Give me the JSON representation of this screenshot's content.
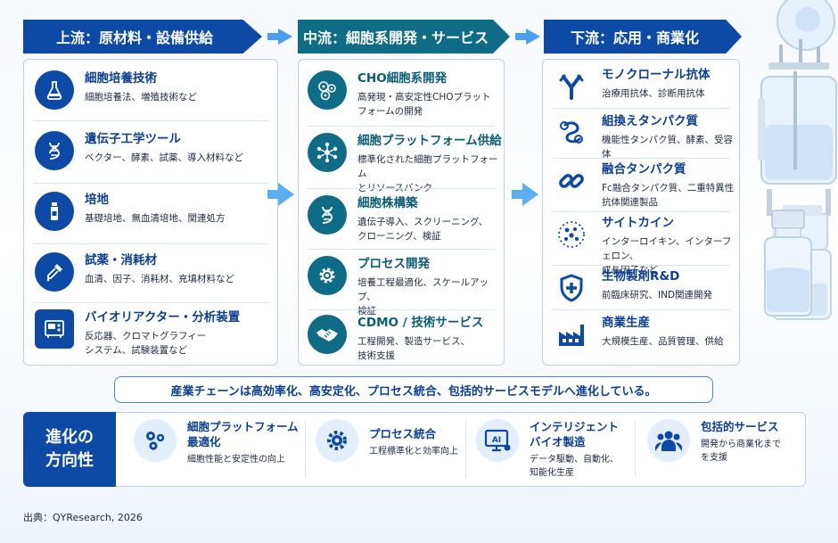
{
  "headers": {
    "upstream": "上流：原材料・設備供給",
    "midstream": "中流：細胞系開発・サービス",
    "downstream": "下流：応用・商業化"
  },
  "upstream": [
    {
      "title": "細胞培養技術",
      "desc": [
        "細胞培養法、増殖技術など"
      ],
      "icon": "flask-icon"
    },
    {
      "title": "遺伝子工学ツール",
      "desc": [
        "ベクター、酵素、試薬、導入材料など"
      ],
      "icon": "dna-icon"
    },
    {
      "title": "培地",
      "desc": [
        "基礎培地、無血清培地、関連処方"
      ],
      "icon": "bottle-icon"
    },
    {
      "title": "試薬・消耗材",
      "desc": [
        "血清、因子、消耗材、充填材料など"
      ],
      "icon": "dropper-icon"
    },
    {
      "title": "バイオリアクター・分析装置",
      "desc": [
        "反応器、クロマトグラフィー",
        "システム、試験装置など"
      ],
      "icon": "machine-icon"
    }
  ],
  "midstream": [
    {
      "title": "CHO細胞系開発",
      "desc": [
        "高発現・高安定性CHOプラット",
        "フォームの開発"
      ],
      "icon": "cells-icon"
    },
    {
      "title": "細胞プラットフォーム供給",
      "desc": [
        "標準化された細胞プラットフォーム",
        "とリソースバンク"
      ],
      "icon": "network-icon"
    },
    {
      "title": "細胞株構築",
      "desc": [
        "遺伝子導入、スクリーニング、",
        "クローニング、検証"
      ],
      "icon": "dna-icon"
    },
    {
      "title": "プロセス開発",
      "desc": [
        "培養工程最適化、スケールアップ、",
        "検証"
      ],
      "icon": "gear-icon"
    },
    {
      "title": "CDMO / 技術サービス",
      "desc": [
        "工程開発、製造サービス、",
        "技術支援"
      ],
      "icon": "handshake-icon"
    }
  ],
  "downstream": [
    {
      "title": "モノクローナル抗体",
      "desc": [
        "治療用抗体、診断用抗体"
      ],
      "icon": "antibody-icon"
    },
    {
      "title": "組換えタンパク質",
      "desc": [
        "機能性タンパク質、酵素、受容体"
      ],
      "icon": "protein-icon"
    },
    {
      "title": "融合タンパク質",
      "desc": [
        "Fc融合タンパク質、二重特異性",
        "抗体関連製品"
      ],
      "icon": "link-icon"
    },
    {
      "title": "サイトカイン",
      "desc": [
        "インターロイキン、インターフェロン、",
        "成長因子など"
      ],
      "icon": "dots-icon"
    },
    {
      "title": "生物製剤R&D",
      "desc": [
        "前臨床研究、IND関連開発"
      ],
      "icon": "shield-cross-icon"
    },
    {
      "title": "商業生産",
      "desc": [
        "大規模生産、品質管理、供給"
      ],
      "icon": "factory-icon"
    }
  ],
  "summary": "産業チェーンは高効率化、高安定化、プロセス統合、包括的サービスモデルへ進化している。",
  "evolution": {
    "label": [
      "進化の",
      "方向性"
    ],
    "items": [
      {
        "title": [
          "細胞プラットフォーム",
          "最適化"
        ],
        "desc": "細胞性能と安定性の向上",
        "icon": "cells-icon"
      },
      {
        "title": [
          "プロセス統合"
        ],
        "desc": "工程標準化と効率向上",
        "icon": "gear-icon"
      },
      {
        "title": [
          "インテリジェント",
          "バイオ製造"
        ],
        "desc": "データ駆動、自動化、\n知能化生産",
        "icon": "ai-icon"
      },
      {
        "title": [
          "包括的サービス"
        ],
        "desc": "開発から商業化まで\nを支援",
        "icon": "people-icon"
      }
    ]
  },
  "source": "出典：QYResearch, 2026",
  "colors": {
    "primary": "#0d4aa6",
    "teal": "#0e6c86",
    "accent": "#4a9ff0"
  }
}
